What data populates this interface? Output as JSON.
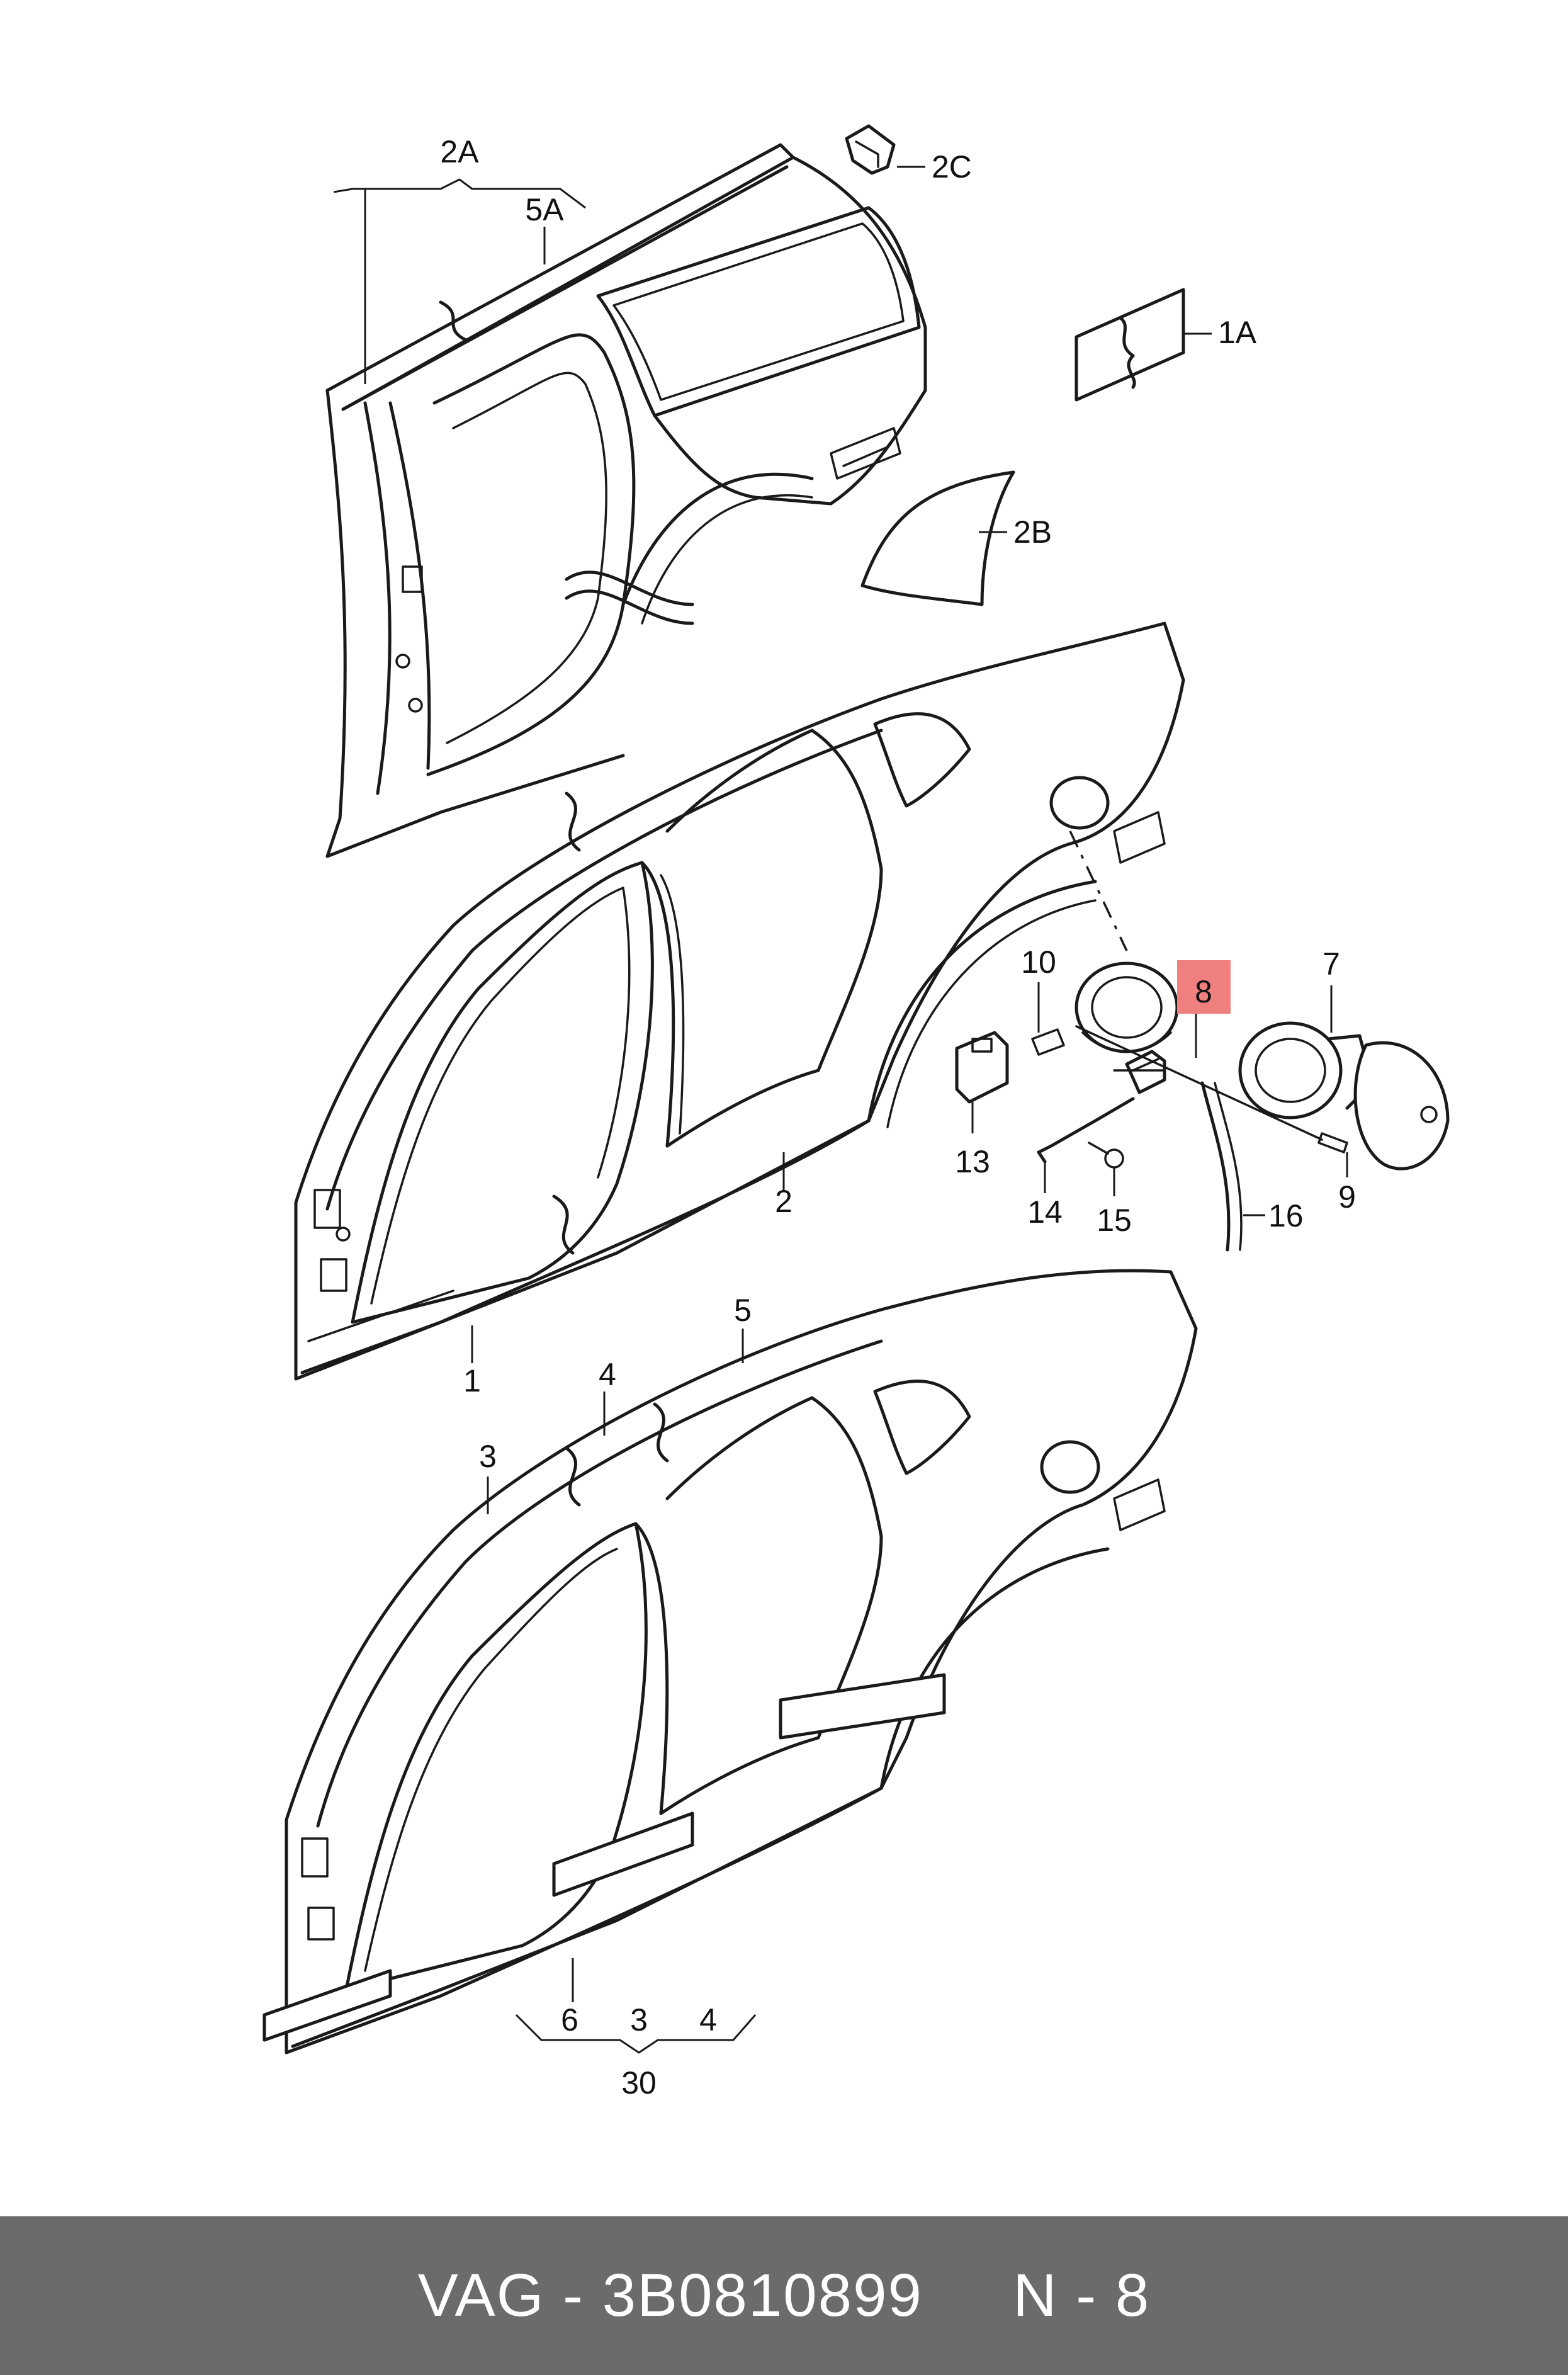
{
  "diagram": {
    "callouts": [
      {
        "id": "2A",
        "label": "2A"
      },
      {
        "id": "2C",
        "label": "2C"
      },
      {
        "id": "5A",
        "label": "5A"
      },
      {
        "id": "1A",
        "label": "1A"
      },
      {
        "id": "2B",
        "label": "2B"
      },
      {
        "id": "10",
        "label": "10"
      },
      {
        "id": "8",
        "label": "8",
        "highlighted": true
      },
      {
        "id": "7",
        "label": "7"
      },
      {
        "id": "13",
        "label": "13"
      },
      {
        "id": "14",
        "label": "14"
      },
      {
        "id": "15",
        "label": "15"
      },
      {
        "id": "16",
        "label": "16"
      },
      {
        "id": "9",
        "label": "9"
      },
      {
        "id": "2",
        "label": "2"
      },
      {
        "id": "1",
        "label": "1"
      },
      {
        "id": "5",
        "label": "5"
      },
      {
        "id": "4",
        "label": "4"
      },
      {
        "id": "3",
        "label": "3"
      },
      {
        "id": "6",
        "label": "6"
      },
      {
        "id": "3b",
        "label": "3"
      },
      {
        "id": "4b",
        "label": "4"
      },
      {
        "id": "30",
        "label": "30"
      }
    ],
    "highlight_color": "#f08080"
  },
  "footer": {
    "text": "VAG - 3B0810899     N - 8",
    "background": "#6b6b6b",
    "text_color": "#ffffff"
  }
}
